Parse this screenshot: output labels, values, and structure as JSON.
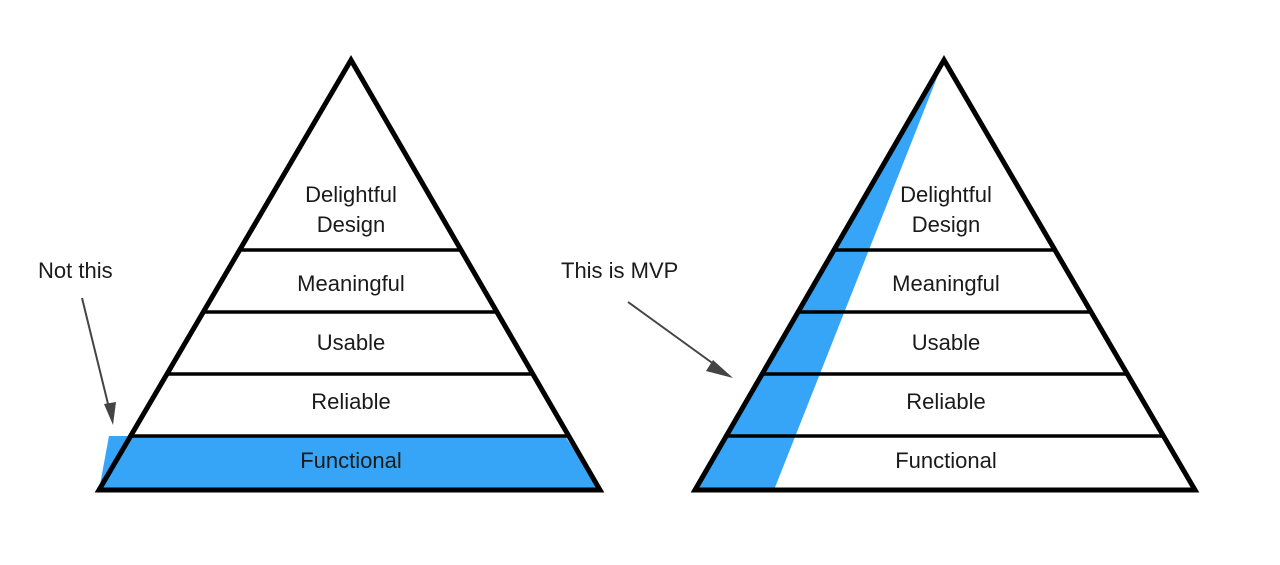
{
  "colors": {
    "highlight": "#36A4F7",
    "outline": "#000000",
    "text": "#1a1a1a",
    "arrow": "#444444"
  },
  "left_diagram": {
    "callout": "Not this",
    "highlight": "bottom-layer",
    "layers": [
      {
        "lines": [
          "Delightful",
          "Design"
        ]
      },
      {
        "lines": [
          "Meaningful"
        ]
      },
      {
        "lines": [
          "Usable"
        ]
      },
      {
        "lines": [
          "Reliable"
        ]
      },
      {
        "lines": [
          "Functional"
        ]
      }
    ]
  },
  "right_diagram": {
    "callout": "This is MVP",
    "highlight": "vertical-slice",
    "layers": [
      {
        "lines": [
          "Delightful",
          "Design"
        ]
      },
      {
        "lines": [
          "Meaningful"
        ]
      },
      {
        "lines": [
          "Usable"
        ]
      },
      {
        "lines": [
          "Reliable"
        ]
      },
      {
        "lines": [
          "Functional"
        ]
      }
    ]
  }
}
